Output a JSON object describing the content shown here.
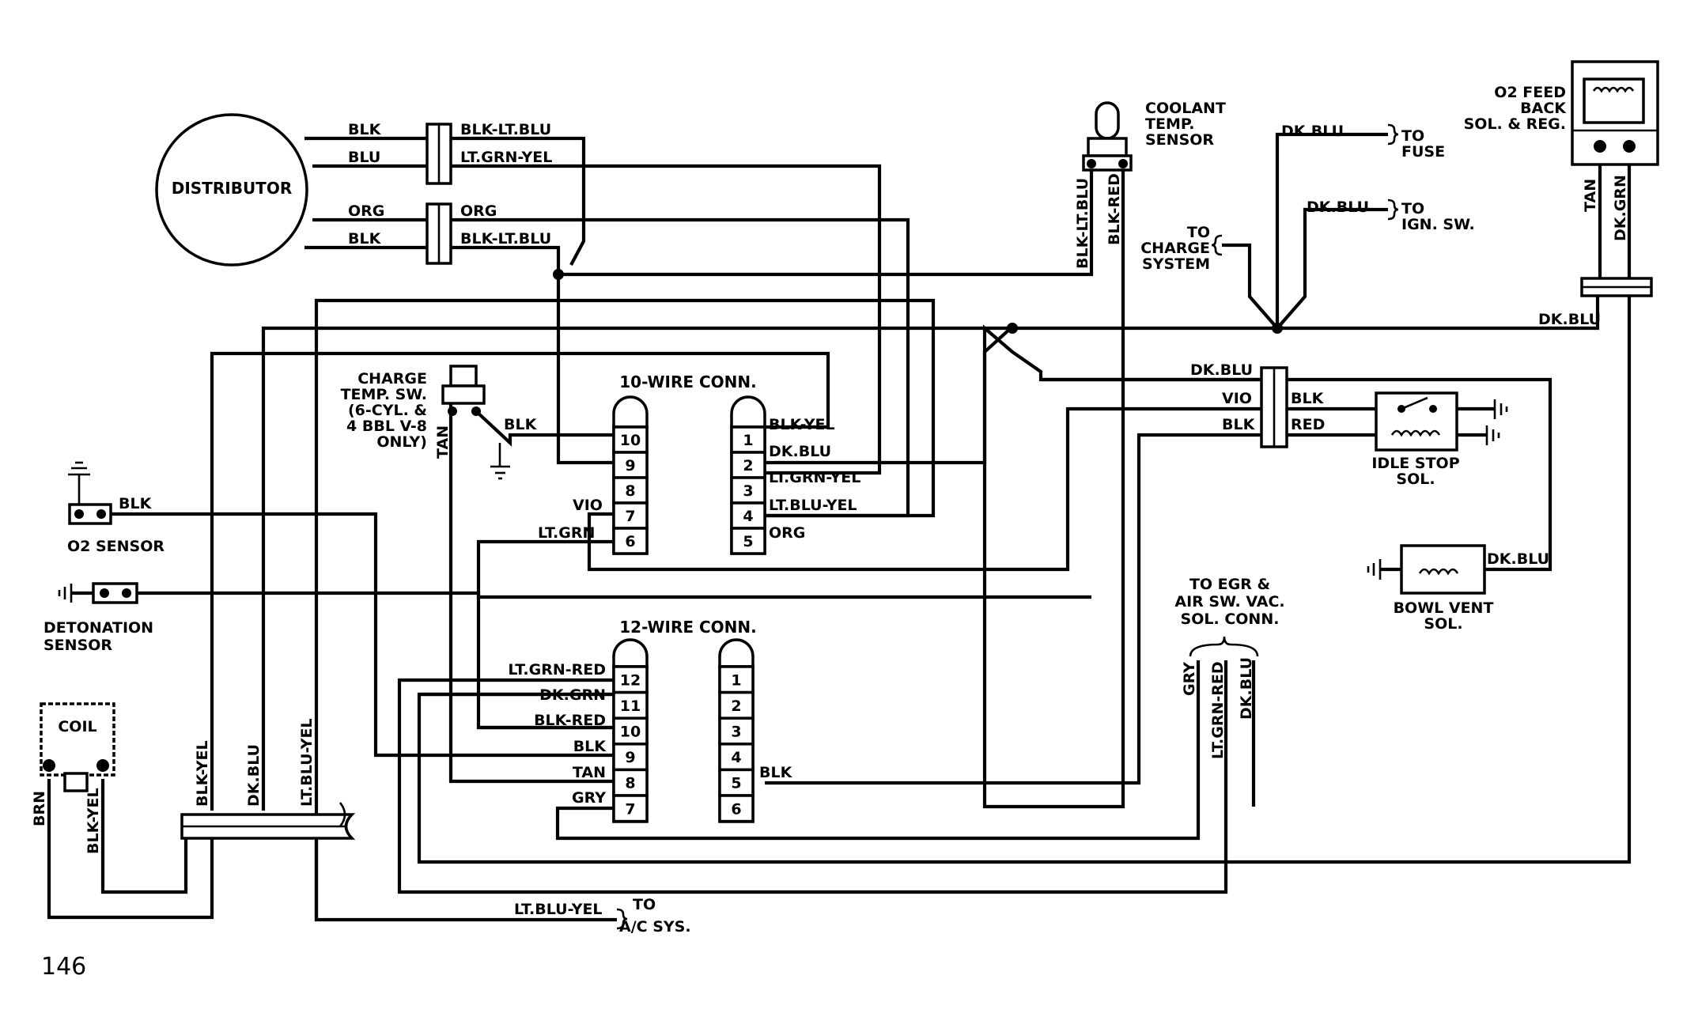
{
  "page_number": "146",
  "components": {
    "distributor": "DISTRIBUTOR",
    "coolant_sensor": [
      "COOLANT",
      "TEMP.",
      "SENSOR"
    ],
    "o2_feedback": [
      "O2 FEED",
      "BACK",
      "SOL. & REG."
    ],
    "charge_temp_switch": [
      "CHARGE",
      "TEMP. SW.",
      "(6-CYL. &",
      "4 BBL V-8",
      "ONLY)"
    ],
    "o2_sensor": "O2 SENSOR",
    "detonation_sensor": [
      "DETONATION",
      "SENSOR"
    ],
    "coil": "COIL",
    "idle_stop_sol": [
      "IDLE STOP",
      "SOL."
    ],
    "bowl_vent_sol": [
      "BOWL VENT",
      "SOL."
    ],
    "egr_conn": [
      "TO EGR &",
      "AIR SW. VAC.",
      "SOL. CONN."
    ]
  },
  "connectors": {
    "ten_wire": {
      "title": "10-WIRE CONN.",
      "left_pins": [
        "10",
        "9",
        "8",
        "7",
        "6"
      ],
      "right_pins": [
        "1",
        "2",
        "3",
        "4",
        "5"
      ]
    },
    "twelve_wire": {
      "title": "12-WIRE CONN.",
      "left_pins": [
        "12",
        "11",
        "10",
        "9",
        "8",
        "7"
      ],
      "right_pins": [
        "1",
        "2",
        "3",
        "4",
        "5",
        "6"
      ]
    }
  },
  "destinations": {
    "to_fuse": [
      "TO",
      "FUSE"
    ],
    "to_ign": [
      "TO",
      "IGN. SW."
    ],
    "to_charge": [
      "TO",
      "CHARGE",
      "SYSTEM"
    ],
    "to_ac": [
      "TO",
      "A/C SYS."
    ]
  },
  "wire_labels": {
    "dist_blk_1": "BLK",
    "dist_blu": "BLU",
    "dist_org": "ORG",
    "dist_blk_2": "BLK",
    "blk_ltblu_1": "BLK-LT.BLU",
    "ltgrn_yel": "LT.GRN-YEL",
    "org_2": "ORG",
    "blk_ltblu_2": "BLK-LT.BLU",
    "coolant_left": "BLK-LT.BLU",
    "coolant_right": "BLK-RED",
    "dkblu_fuse": "DK.BLU",
    "dkblu_ign": "DK.BLU",
    "tan_o2fb": "TAN",
    "dkgrn_o2fb": "DK.GRN",
    "dkblu_right": "DK.BLU",
    "dkblu_idle": "DK.BLU",
    "vio_idle": "VIO",
    "blk_idle_l": "BLK",
    "blk_idle_r": "BLK",
    "red_idle": "RED",
    "dkblu_bowl": "DK.BLU",
    "charge_tan": "TAN",
    "charge_blk": "BLK",
    "c10_vio": "VIO",
    "c10_ltgrn": "LT.GRN",
    "c10_r1": "BLK-YEL",
    "c10_r2": "DK.BLU",
    "c10_r3": "LT.GRN-YEL",
    "c10_r4": "LT.BLU-YEL",
    "c10_r5": "ORG",
    "o2_blk": "BLK",
    "c12_12": "LT.GRN-RED",
    "c12_11": "DK.GRN",
    "c12_10": "BLK-RED",
    "c12_9": "BLK",
    "c12_8": "TAN",
    "c12_7": "GRY",
    "c12_r5": "BLK",
    "egr_gry": "GRY",
    "egr_ltgrnred": "LT.GRN-RED",
    "egr_dkblu": "DK.BLU",
    "coil_brn": "BRN",
    "coil_blkyel": "BLK-YEL",
    "harness_blkyel": "BLK-YEL",
    "harness_dkblu": "DK.BLU",
    "harness_ltbluyel": "LT.BLU-YEL",
    "ac_ltbluyel": "LT.BLU-YEL"
  }
}
